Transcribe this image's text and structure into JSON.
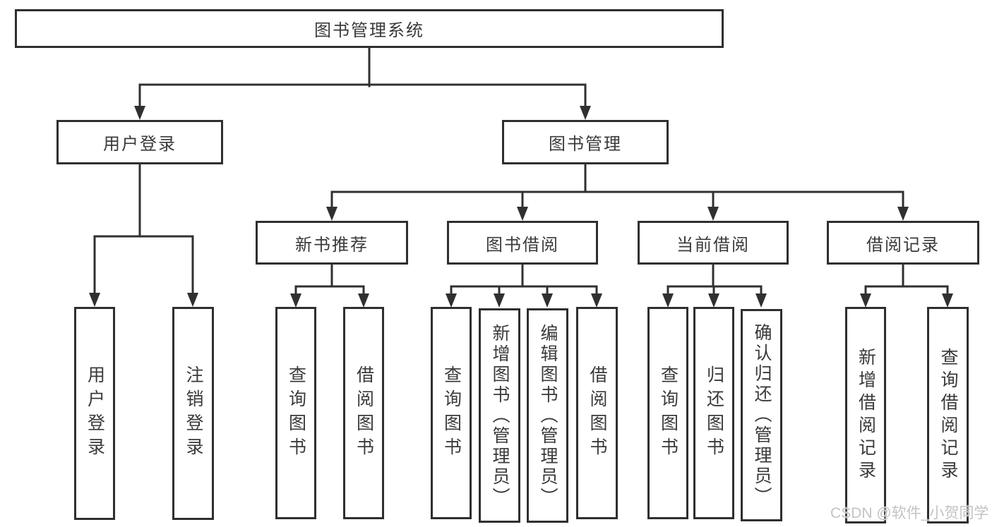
{
  "tree": {
    "label": "图书管理系统",
    "children": [
      {
        "label": "用户登录",
        "children": [
          {
            "label": "用户登录"
          },
          {
            "label": "注销登录"
          }
        ]
      },
      {
        "label": "图书管理",
        "children": [
          {
            "label": "新书推荐",
            "children": [
              {
                "label": "查询图书"
              },
              {
                "label": "借阅图书"
              }
            ]
          },
          {
            "label": "图书借阅",
            "children": [
              {
                "label": "查询图书"
              },
              {
                "label": "新增图书（管理员）"
              },
              {
                "label": "编辑图书（管理员）"
              },
              {
                "label": "借阅图书"
              }
            ]
          },
          {
            "label": "当前借阅",
            "children": [
              {
                "label": "查询图书"
              },
              {
                "label": "归还图书"
              },
              {
                "label": "确认归还（管理员）"
              }
            ]
          },
          {
            "label": "借阅记录",
            "children": [
              {
                "label": "新增借阅记录"
              },
              {
                "label": "查询借阅记录"
              }
            ]
          }
        ]
      }
    ]
  },
  "watermark": {
    "text": "CSDN @软件_小贺同学"
  },
  "colors": {
    "line": "#303030",
    "box_border": "#2f2f2f",
    "text": "#3a3a3a",
    "watermark": "#c3c3c3",
    "background": "#ffffff"
  }
}
